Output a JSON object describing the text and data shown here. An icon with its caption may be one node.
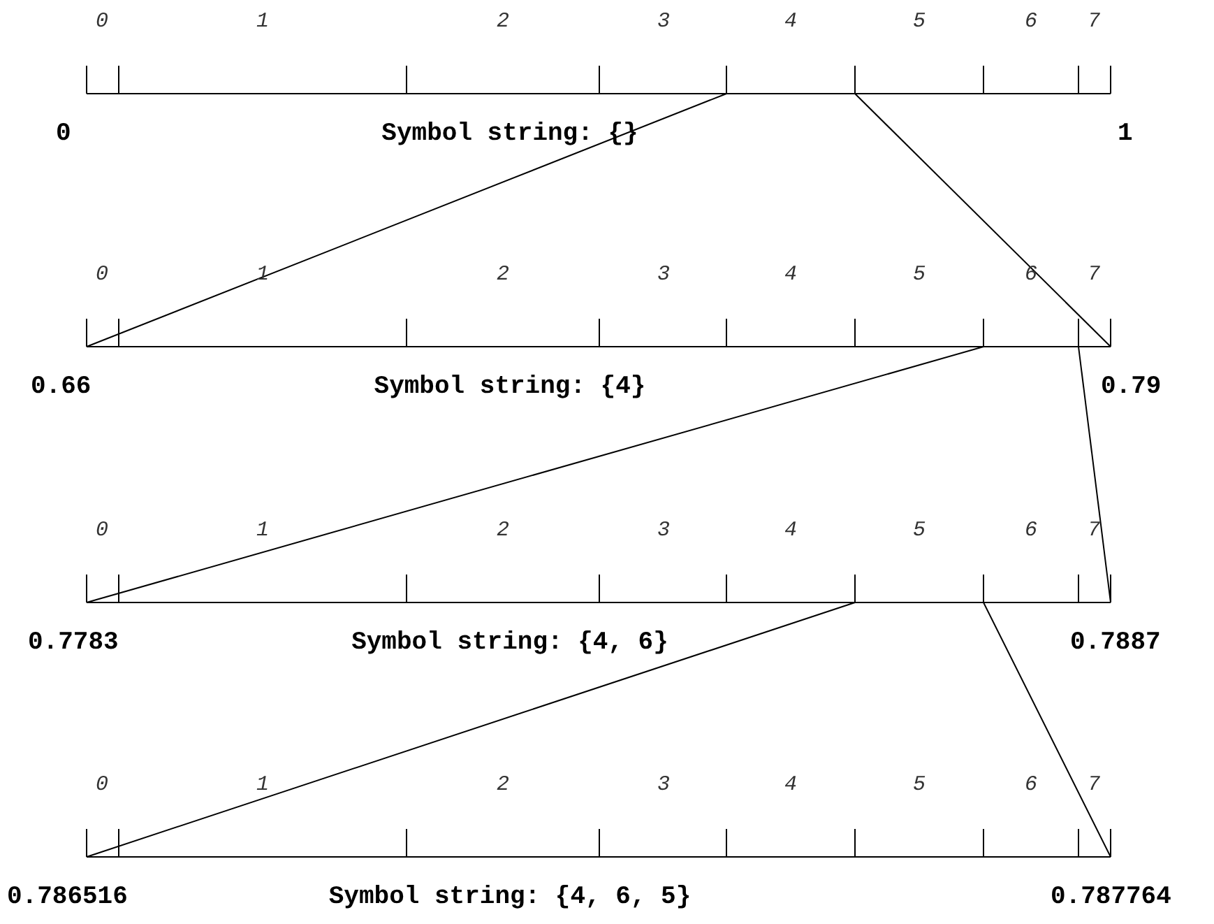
{
  "diagram": {
    "labels": [
      "0",
      "1",
      "2",
      "3",
      "4",
      "5",
      "6",
      "7",
      "0",
      "Symbol string: {}",
      "1",
      "0",
      "1",
      "2",
      "3",
      "4",
      "5",
      "6",
      "7",
      "0.66",
      "Symbol string: {4}",
      "0.79",
      "0",
      "1",
      "2",
      "3",
      "4",
      "5",
      "6",
      "7",
      "0.7783",
      "Symbol string: {4, 6}",
      "0.7887",
      "0",
      "1",
      "2",
      "3",
      "4",
      "5",
      "6",
      "7",
      "0.786516",
      "Symbol string: {4, 6, 5}",
      "0.787764"
    ]
  }
}
